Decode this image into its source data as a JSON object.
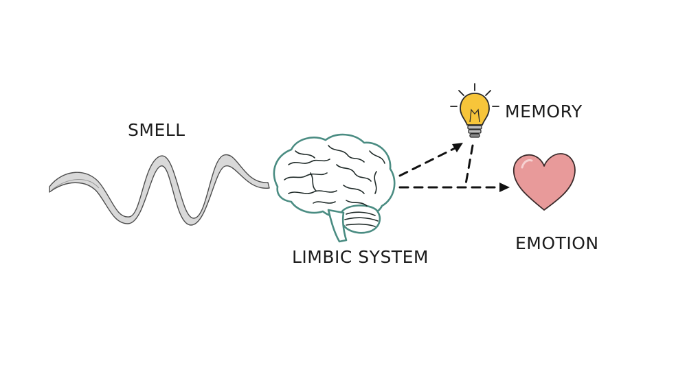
{
  "labels": {
    "smell": "SMELL",
    "limbic_system": "LIMBIC SYSTEM",
    "memory": "MEMORY",
    "emotion": "EMOTION"
  },
  "colors": {
    "wave_fill": "#d9d9d9",
    "brain_outline": "#4a8c82",
    "bulb_glass": "#f7c53a",
    "heart_fill": "#e89a9a",
    "arrow": "#111111"
  },
  "icons": {
    "wave": "smell-wave-icon",
    "brain": "brain-icon",
    "bulb": "lightbulb-icon",
    "heart": "heart-icon"
  }
}
